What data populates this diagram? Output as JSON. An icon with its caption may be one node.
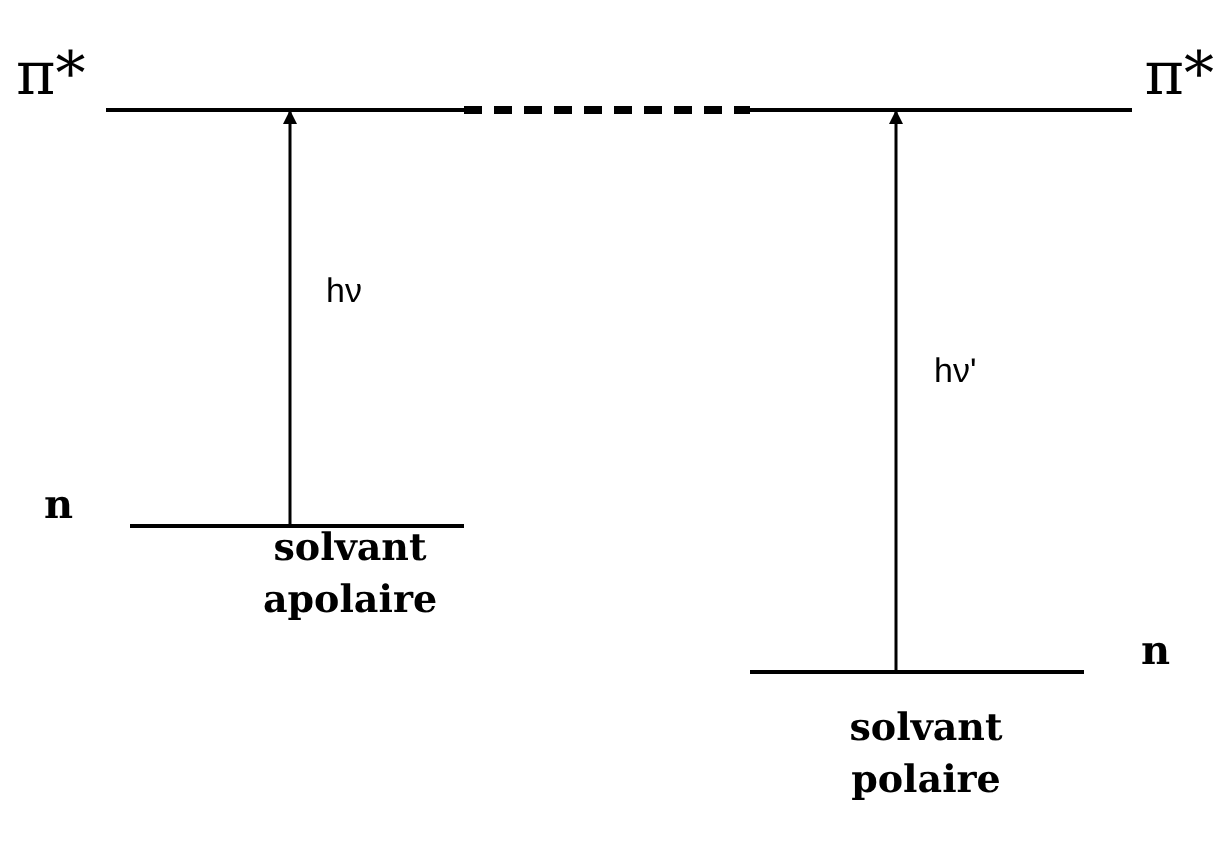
{
  "diagram": {
    "nodes": [
      {
        "text": [
          "π*"
        ]
      },
      {
        "text": [
          "n"
        ],
        "beside": [
          "solvant apolaire"
        ]
      },
      {
        "text": [
          "π*"
        ]
      },
      {
        "text": [
          "n"
        ],
        "beside": [
          "solvant polaire"
        ]
      }
    ],
    "edges": [
      {
        "from": 1,
        "to": 0,
        "arrow": "to",
        "label": "hν"
      },
      {
        "from": 3,
        "to": 2,
        "arrow": "to",
        "label": "hν'"
      },
      {
        "from": 0,
        "to": 2,
        "arrow": "none",
        "style": "dashed"
      }
    ]
  }
}
